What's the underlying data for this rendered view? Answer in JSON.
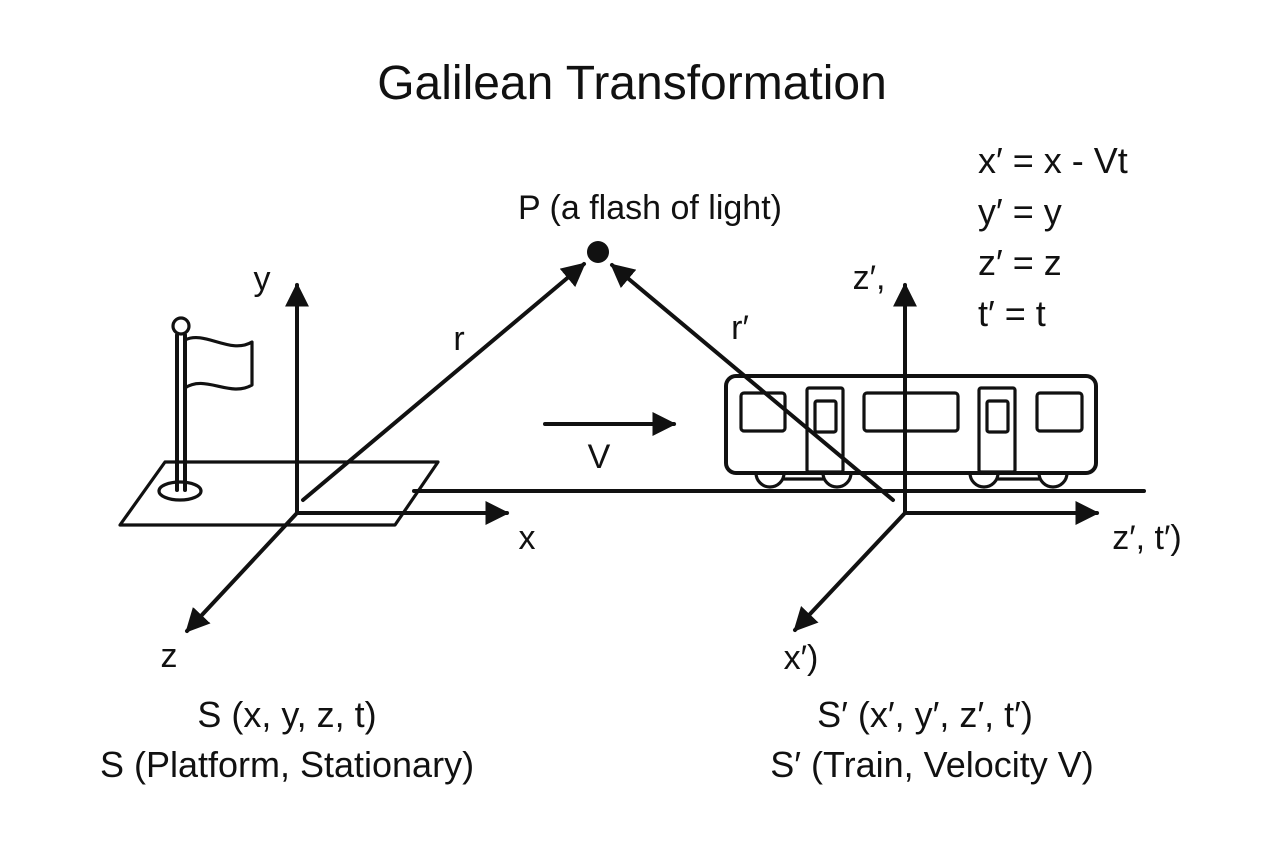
{
  "title": "Galilean Transformation",
  "event_label": "P (a flash of light)",
  "frame_s": {
    "y_axis": "y",
    "x_axis": "x",
    "z_axis": "z",
    "vector": "r",
    "coordinates": "S (x, y, z, t)",
    "description": "S (Platform, Stationary)"
  },
  "frame_s_prime": {
    "vertical_axis": "z′,",
    "horizontal_axis": "z′, t′)",
    "depth_axis": "x′)",
    "vector": "r′",
    "coordinates": "S′ (x′, y′, z′, t′)",
    "description": "S′ (Train, Velocity V)"
  },
  "velocity_label": "V",
  "equations": [
    "x′ = x - Vt",
    "y′ = y",
    "z′ = z",
    "t′ = t"
  ],
  "icons": [
    "flag-icon",
    "train-icon",
    "velocity-arrow-icon"
  ],
  "colors": {
    "ink": "#111111",
    "background": "#ffffff"
  }
}
